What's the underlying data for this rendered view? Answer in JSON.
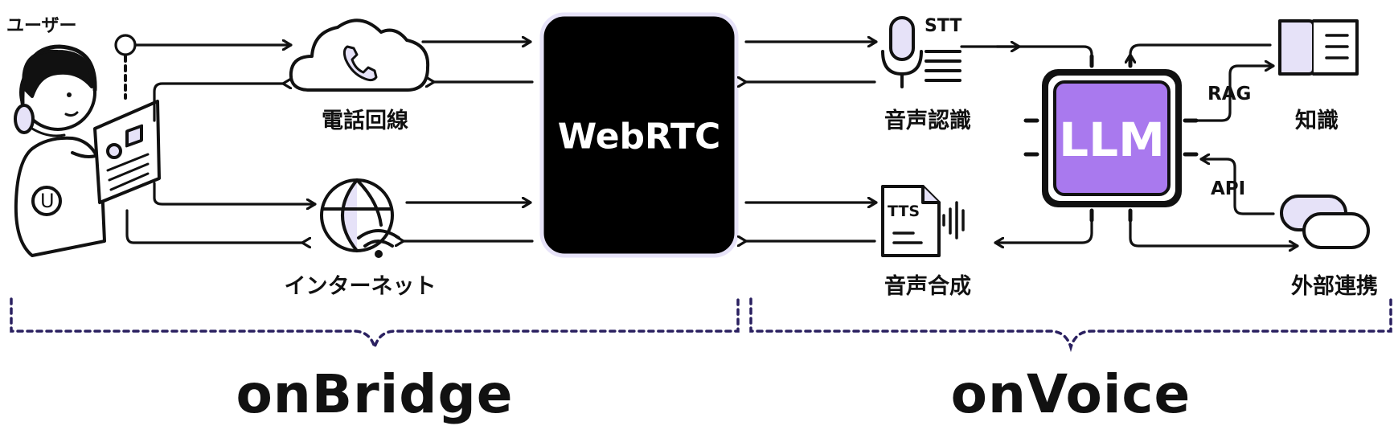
{
  "user": {
    "label": "ユーザー",
    "badge": "U"
  },
  "bridge_nodes": {
    "phone": "電話回線",
    "internet": "インターネット"
  },
  "webrtc": {
    "label": "WebRTC"
  },
  "voice_nodes": {
    "stt": {
      "label": "音声認識",
      "tag": "STT"
    },
    "tts": {
      "label": "音声合成",
      "tag": "TTS"
    }
  },
  "llm": {
    "label": "LLM"
  },
  "integrations": {
    "knowledge": {
      "label": "知識",
      "link": "RAG"
    },
    "external": {
      "label": "外部連携",
      "link": "API"
    }
  },
  "groups": {
    "left": "onBridge",
    "right": "onVoice"
  },
  "colors": {
    "stroke": "#111111",
    "accent_fill": "#e6e2f8",
    "llm_fill": "#a979ee",
    "webrtc_fill": "#000000",
    "webrtc_border": "#e6e2f8",
    "bracket": "#2a2060"
  }
}
